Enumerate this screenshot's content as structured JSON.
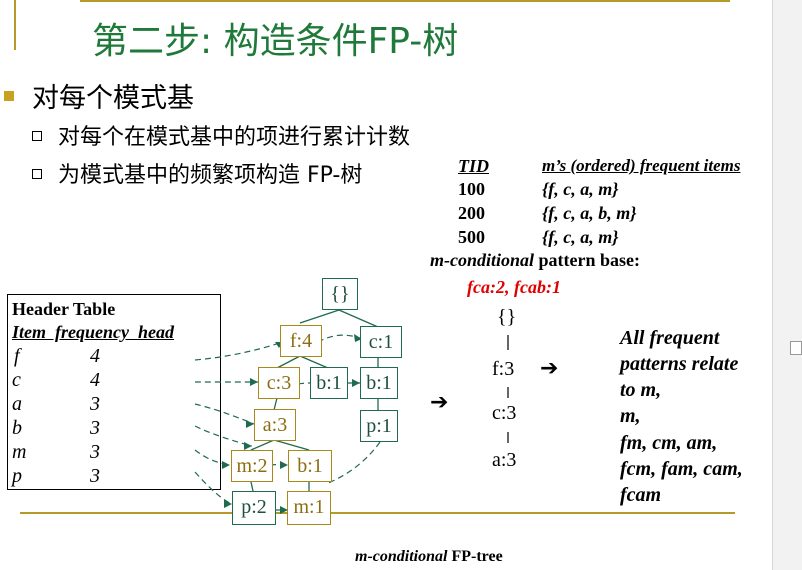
{
  "title": "第二步: 构造条件FP-树",
  "bullets": {
    "main": "对每个模式基",
    "sub1": "对每个在模式基中的项进行累计计数",
    "sub2": "为模式基中的频繁项构造 FP-树"
  },
  "tid_table": {
    "col1": "TID",
    "col2": "m’s (ordered) frequent items",
    "rows": [
      {
        "tid": "100",
        "items": "{f, c, a, m}"
      },
      {
        "tid": "200",
        "items": "{f, c, a, b, m}"
      },
      {
        "tid": "500",
        "items": "{f, c, a, m}"
      }
    ]
  },
  "pattern_base": {
    "label_italic": "m-conditional",
    "label_rest": " pattern base:",
    "value": "fca:2, fcab:1"
  },
  "header_table": {
    "title": "Header Table",
    "columns": "Item  frequency  head",
    "rows": [
      {
        "item": "f",
        "freq": "4"
      },
      {
        "item": "c",
        "freq": "4"
      },
      {
        "item": "a",
        "freq": "3"
      },
      {
        "item": "b",
        "freq": "3"
      },
      {
        "item": "m",
        "freq": "3"
      },
      {
        "item": "p",
        "freq": "3"
      }
    ]
  },
  "fp_tree": {
    "root": "{}",
    "nodes": [
      "f:4",
      "c:1",
      "c:3",
      "b:1",
      "b:1",
      "a:3",
      "p:1",
      "m:2",
      "b:1",
      "p:2",
      "m:1"
    ]
  },
  "conditional_tree": {
    "root": "{}",
    "nodes": [
      "f:3",
      "c:3",
      "a:3"
    ],
    "caption_italic": "m-conditional",
    "caption_rest": " FP-tree"
  },
  "arrows": {
    "a1": "➔",
    "a2": "➔"
  },
  "patterns": {
    "lines": [
      "All frequent",
      "patterns relate",
      "to m,",
      "m,",
      "fm, cm, am,",
      "fcm, fam, cam,",
      "fcam"
    ]
  },
  "colors": {
    "title": "#1f7a3a",
    "bullet": "#c8a21e",
    "gold": "#a88a1a",
    "green": "#1f6b4e",
    "red": "#e00000"
  }
}
